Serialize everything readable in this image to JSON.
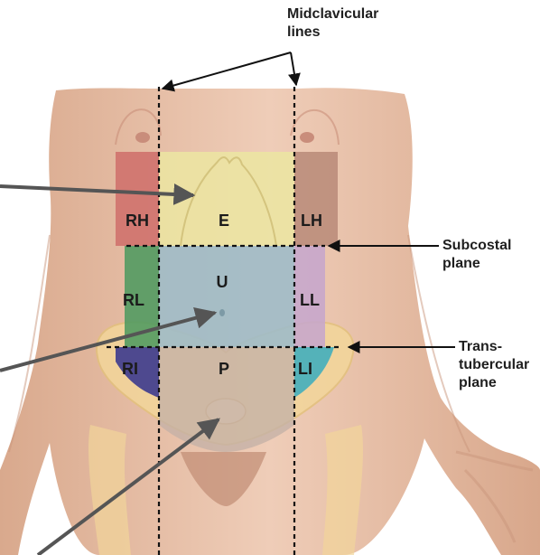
{
  "annotations": {
    "midclavicular_line1": "Midclavicular",
    "midclavicular_line2": "lines",
    "subcostal_line1": "Subcostal",
    "subcostal_line2": "plane",
    "transtubercular_line1": "Trans-",
    "transtubercular_line2": "tubercular",
    "transtubercular_line3": "plane"
  },
  "regions": {
    "rh": "RH",
    "e": "E",
    "lh": "LH",
    "rl": "RL",
    "u": "U",
    "ll": "LL",
    "ri": "RI",
    "p": "P",
    "li": "LI"
  },
  "colors": {
    "skin": "#e8bfa6",
    "rh": "#cf6d6a",
    "e": "#ece5a2",
    "lh": "#b88a78",
    "rl": "#4f9a60",
    "u": "#9fbbc8",
    "ll": "#c6a6cc",
    "ri": "#3c3a8e",
    "p": "#c4b1a6",
    "li": "#43aebd",
    "bone": "#f3d69a",
    "lines": "#111111",
    "pointers": "#555555"
  }
}
